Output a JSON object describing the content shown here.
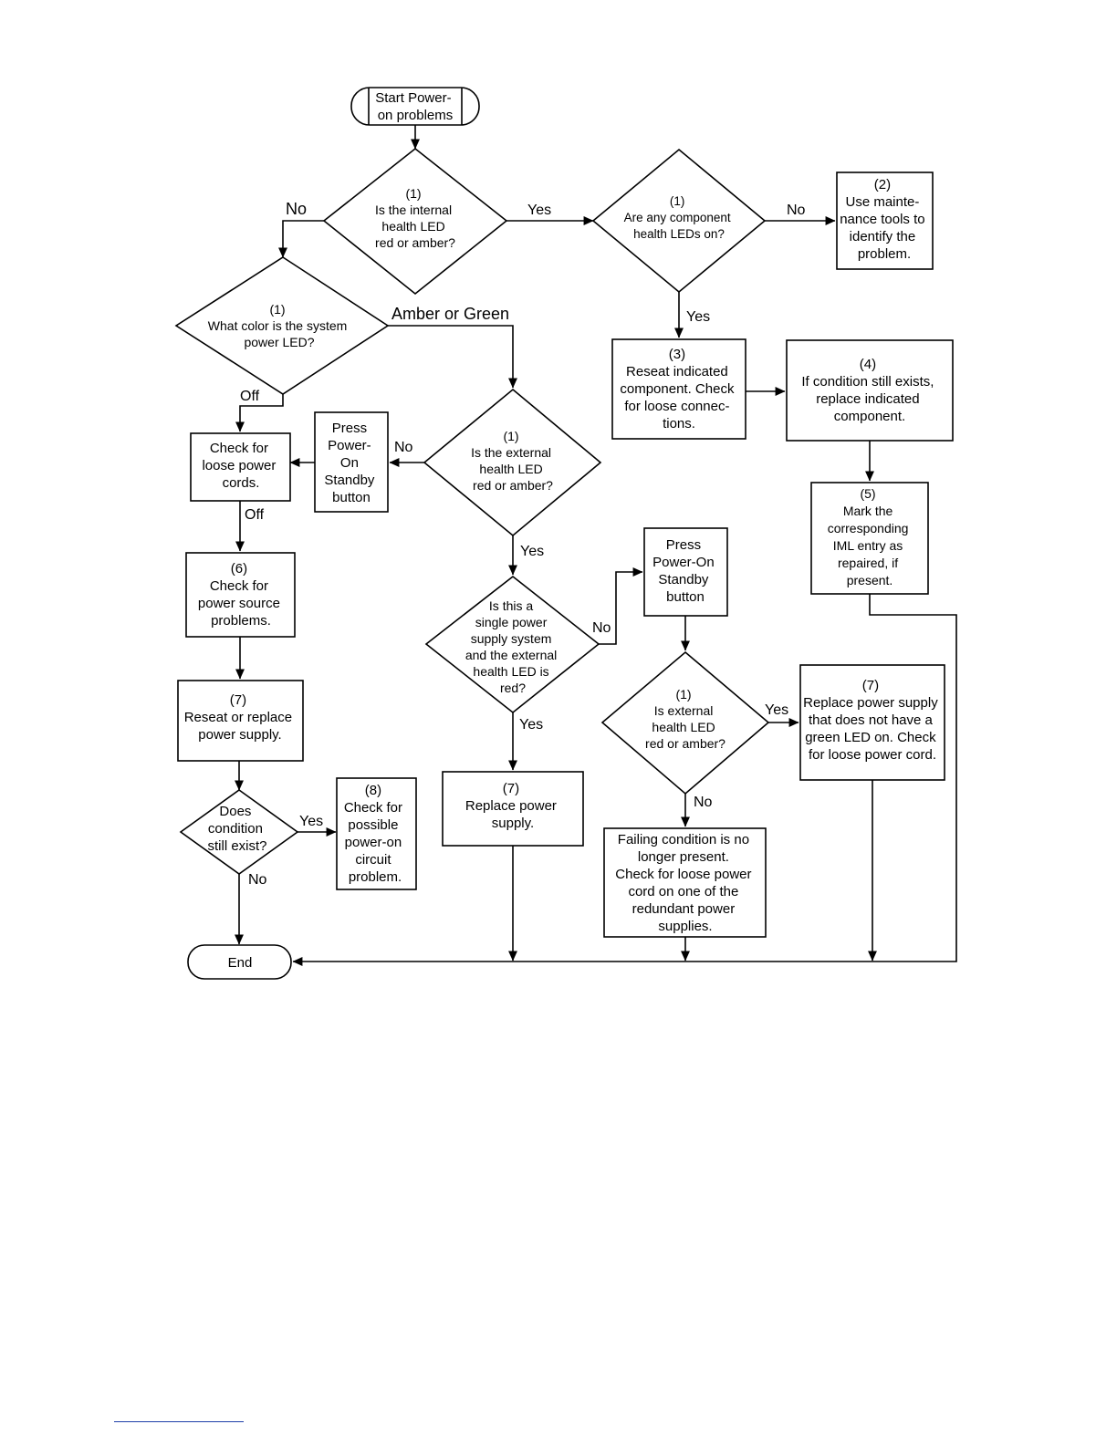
{
  "nodes": {
    "start": {
      "lines": [
        "Start Power-",
        "on problems"
      ]
    },
    "q_internal": {
      "lines": [
        "(1)",
        "Is the internal",
        "health LED",
        "red or amber?"
      ]
    },
    "q_component": {
      "lines": [
        "(1)",
        "Are any component",
        "health LEDs on?"
      ]
    },
    "maint_tools": {
      "lines": [
        "(2)",
        "Use mainte-",
        "nance tools to",
        "identify the",
        "problem."
      ]
    },
    "q_syscolor": {
      "lines": [
        "(1)",
        "What color is the system",
        "power LED?"
      ]
    },
    "reseat_comp": {
      "lines": [
        "(3)",
        "Reseat indicated",
        "component. Check",
        "for loose connec-",
        "tions."
      ]
    },
    "replace_comp": {
      "lines": [
        "(4)",
        "If condition still exists,",
        "replace indicated",
        "component."
      ]
    },
    "check_cords": {
      "lines": [
        "Check for",
        "loose power",
        "cords."
      ]
    },
    "press_standby_1": {
      "lines": [
        "Press",
        "Power-",
        "On",
        "Standby",
        "button"
      ]
    },
    "q_external": {
      "lines": [
        "(1)",
        "Is the external",
        "health LED",
        "red or amber?"
      ]
    },
    "mark_iml": {
      "lines": [
        "(5)",
        "Mark the",
        "corresponding",
        "IML entry as",
        "repaired, if",
        "present."
      ]
    },
    "power_source": {
      "lines": [
        "(6)",
        "Check for",
        "power source",
        "problems."
      ]
    },
    "press_standby_2": {
      "lines": [
        "Press",
        "Power-On",
        "Standby",
        "button"
      ]
    },
    "q_single_ps": {
      "lines": [
        "Is this a",
        "single power",
        "supply system",
        "and the external",
        "health LED is",
        "red?"
      ]
    },
    "reseat_ps": {
      "lines": [
        "(7)",
        "Reseat or replace",
        "power supply."
      ]
    },
    "q_ext2": {
      "lines": [
        "(1)",
        "Is external",
        "health LED",
        "red or amber?"
      ]
    },
    "replace_ps_green": {
      "lines": [
        "(7)",
        "Replace power supply",
        "that does not have a",
        "green LED on. Check",
        "for loose power cord."
      ]
    },
    "q_still_exist": {
      "lines": [
        "Does",
        "condition",
        "still exist?"
      ]
    },
    "power_on_circuit": {
      "lines": [
        "(8)",
        "Check for",
        "possible",
        "power-on",
        "circuit",
        "problem."
      ]
    },
    "replace_ps": {
      "lines": [
        "(7)",
        "Replace power",
        "supply."
      ]
    },
    "failing_gone": {
      "lines": [
        "Failing condition is no",
        "longer present.",
        "Check for loose power",
        "cord on one of the",
        "redundant power",
        "supplies."
      ]
    },
    "end": {
      "lines": [
        "End"
      ]
    }
  },
  "edge_labels": {
    "internal_no": "No",
    "internal_yes": "Yes",
    "component_no": "No",
    "component_yes": "Yes",
    "amber_green": "Amber or Green",
    "sys_off": "Off",
    "ext_no": "No",
    "cords_off": "Off",
    "ext_yes": "Yes",
    "single_no": "No",
    "single_yes": "Yes",
    "ext2_yes": "Yes",
    "ext2_no": "No",
    "still_yes": "Yes",
    "still_no": "No"
  }
}
